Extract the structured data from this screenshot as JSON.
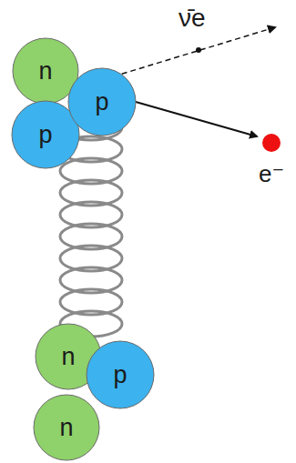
{
  "diagram": {
    "nodes": [
      {
        "text": [
          "n"
        ]
      },
      {
        "text": [
          "p"
        ]
      },
      {
        "text": [
          "p"
        ]
      },
      {
        "text": [
          "n"
        ]
      },
      {
        "text": [
          "p"
        ]
      },
      {
        "text": [
          "n"
        ]
      }
    ],
    "labels": [
      "ν̄e",
      "e⁻"
    ]
  }
}
